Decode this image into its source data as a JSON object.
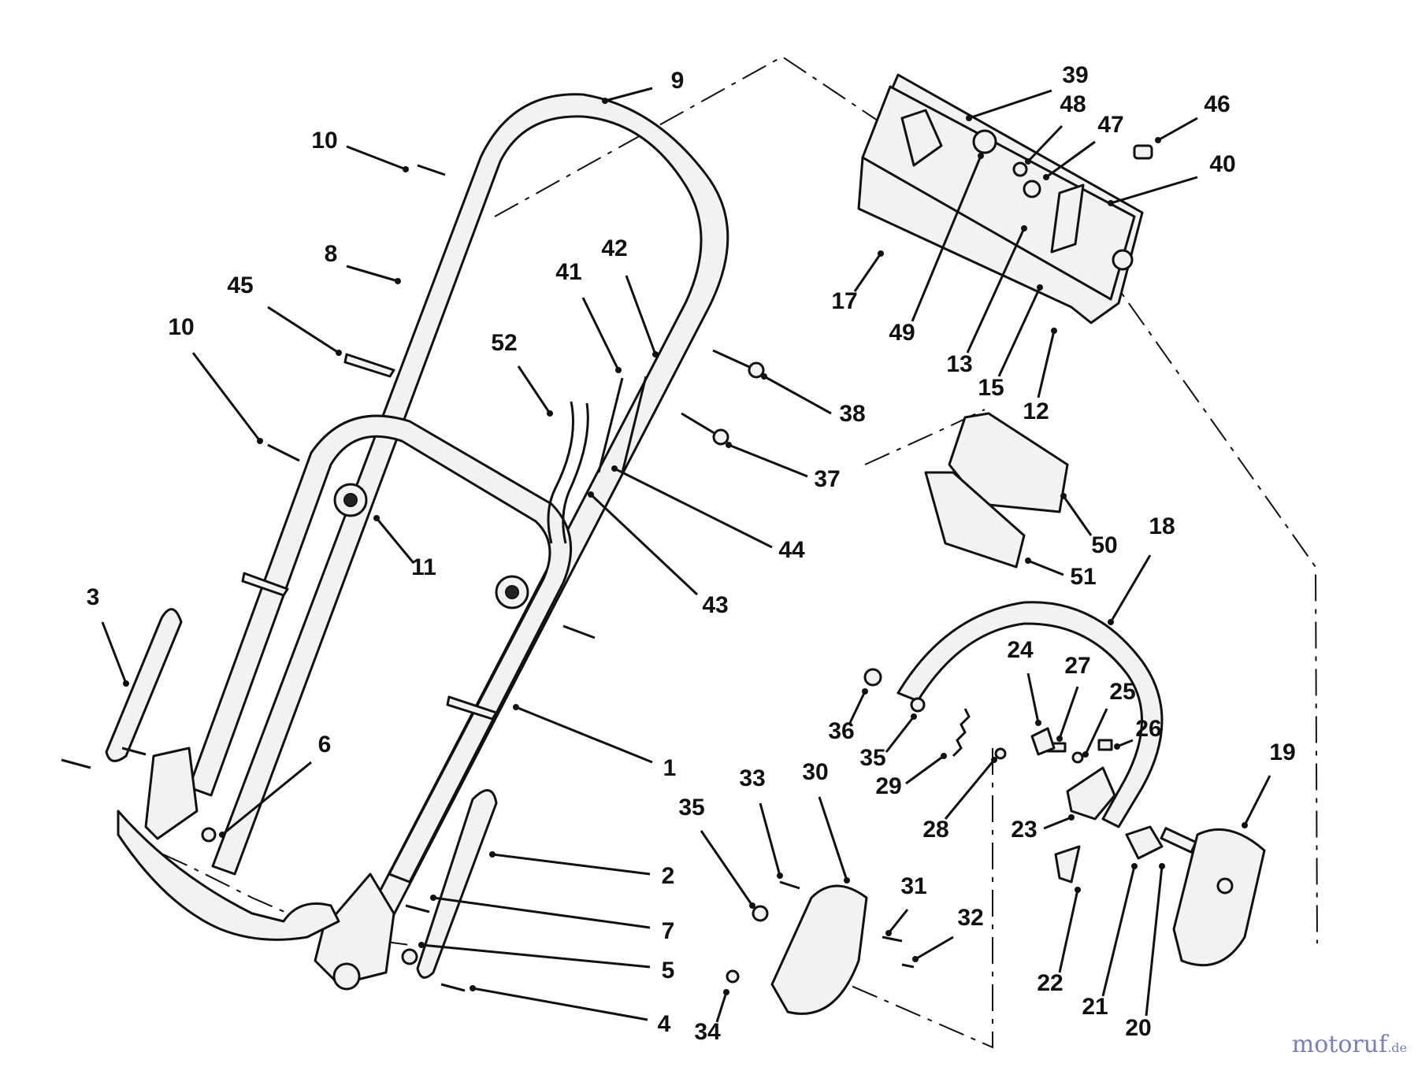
{
  "diagram": {
    "callouts": [
      "1",
      "2",
      "3",
      "4",
      "5",
      "6",
      "7",
      "8",
      "9",
      "10",
      "10",
      "11",
      "12",
      "13",
      "15",
      "17",
      "18",
      "19",
      "20",
      "21",
      "22",
      "23",
      "24",
      "25",
      "26",
      "27",
      "28",
      "29",
      "30",
      "31",
      "32",
      "33",
      "34",
      "35",
      "35",
      "36",
      "37",
      "38",
      "39",
      "40",
      "41",
      "42",
      "43",
      "44",
      "45",
      "46",
      "47",
      "48",
      "49",
      "50",
      "51",
      "52"
    ]
  },
  "watermark": {
    "brand": "motoruf",
    "tld": ".de"
  }
}
